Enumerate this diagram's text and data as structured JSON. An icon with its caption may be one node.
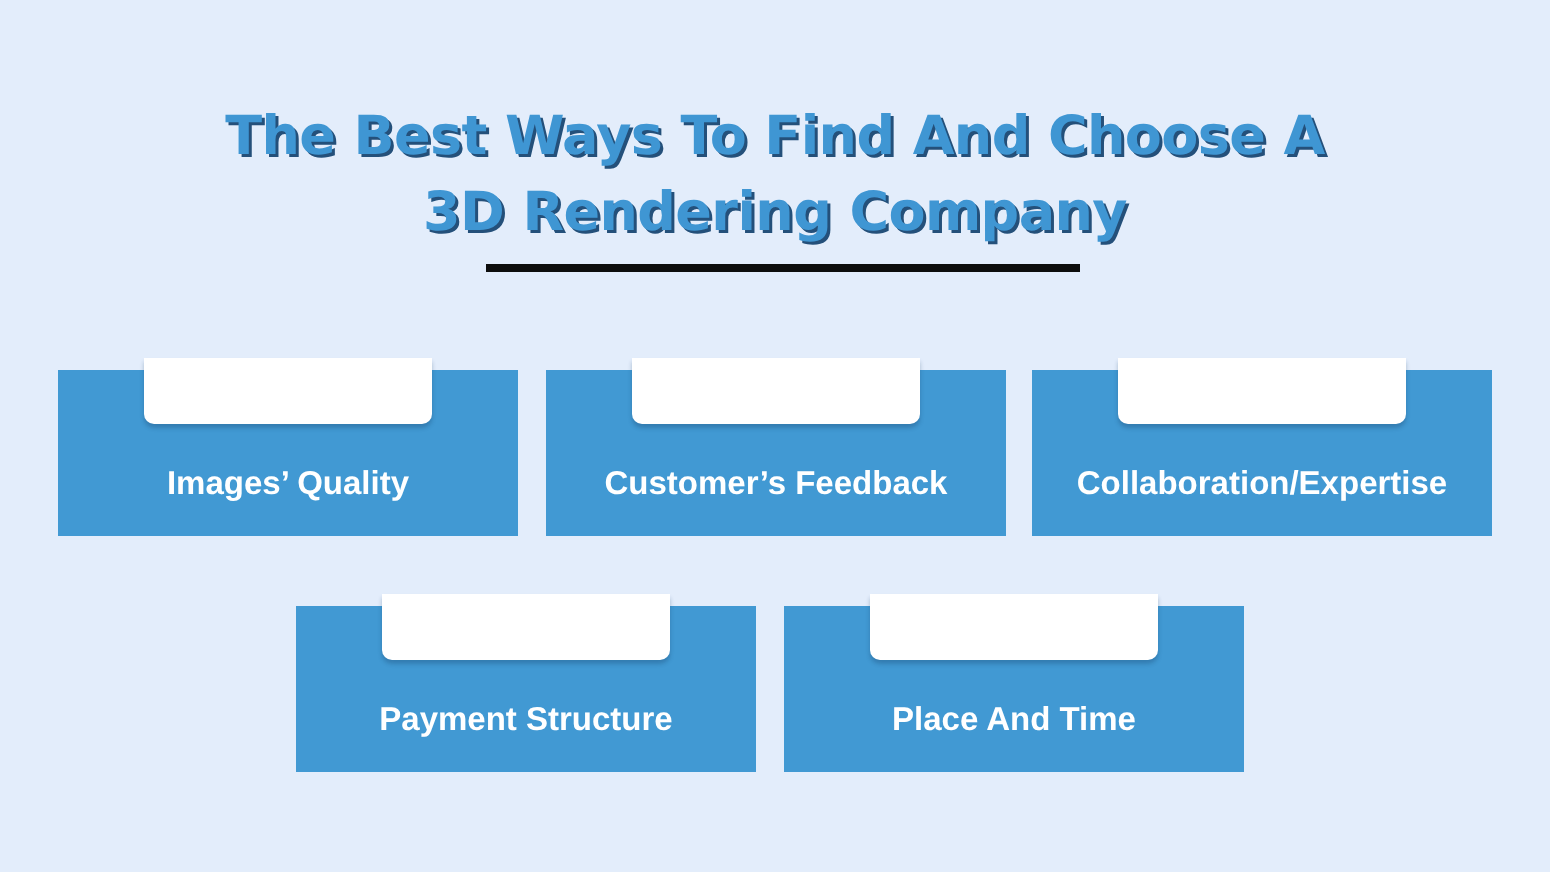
{
  "diagram": {
    "title": "The Best Ways To Find And Choose A 3D Rendering Company",
    "nodes": [
      {
        "text": [
          "Images’ Quality"
        ]
      },
      {
        "text": [],
        "shape": "box",
        "in": 0
      },
      {
        "text": [
          "Customer’s Feedback"
        ]
      },
      {
        "text": [],
        "shape": "box",
        "in": 2
      },
      {
        "text": [
          "Collaboration/Expertise"
        ]
      },
      {
        "text": [],
        "shape": "box",
        "in": 4
      },
      {
        "text": [
          "Payment Structure"
        ]
      },
      {
        "text": [],
        "shape": "box",
        "in": 6
      },
      {
        "text": [
          "Place And Time"
        ]
      },
      {
        "text": [],
        "shape": "box",
        "in": 8
      }
    ]
  }
}
